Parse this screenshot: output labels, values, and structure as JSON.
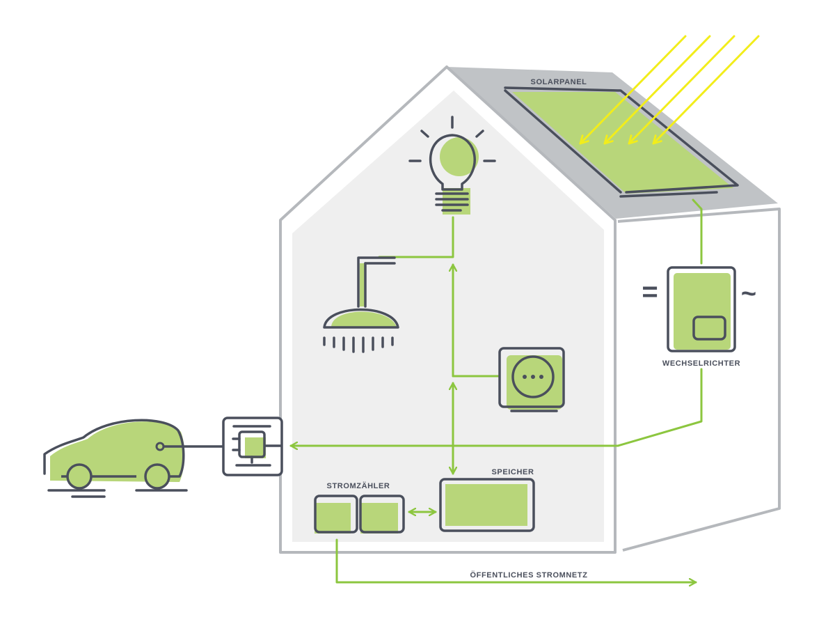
{
  "labels": {
    "solar_panel": "SOLARPANEL",
    "inverter": "WECHSELRICHTER",
    "storage": "SPEICHER",
    "meter": "STROMZÄHLER",
    "grid": "ÖFFENTLICHES STROMNETZ"
  },
  "symbols": {
    "dc": "=",
    "ac": "~"
  },
  "colors": {
    "green": "#b8d67a",
    "green_line": "#8cc63f",
    "dark": "#4a4f5c",
    "grey": "#b5b8bc",
    "interior": "#efefef",
    "sun": "#f2ed1b"
  }
}
